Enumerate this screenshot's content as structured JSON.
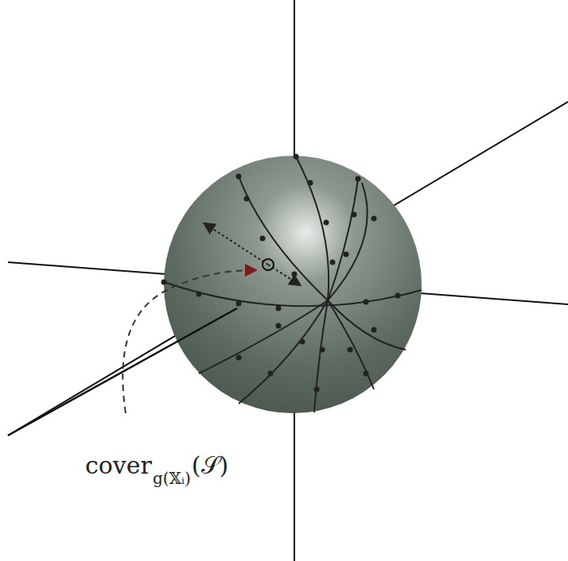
{
  "diagram": {
    "labels": [
      "cover",
      "g(𝕏ᵢ)",
      "(𝒮)"
    ]
  }
}
